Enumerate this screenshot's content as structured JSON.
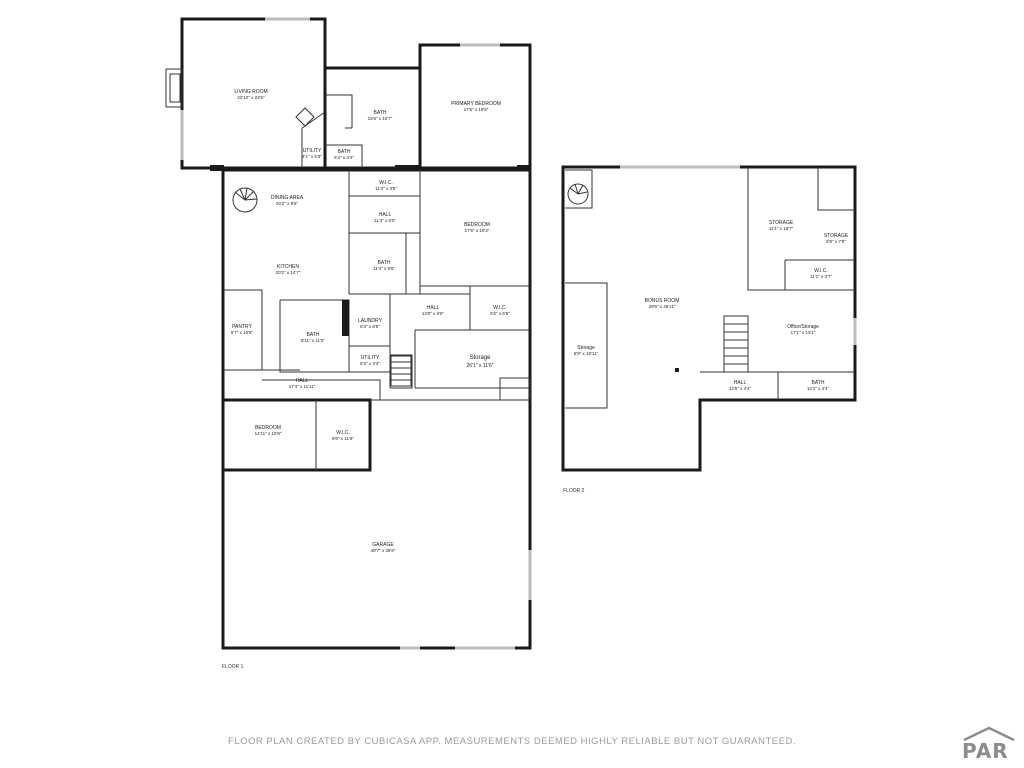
{
  "floor1": {
    "label": "FLOOR 1",
    "rooms": [
      {
        "name": "LIVING ROOM",
        "dims": "22'10\" x 23'6\""
      },
      {
        "name": "BATH",
        "dims": "15'6\" x 15'7\""
      },
      {
        "name": "PRIMARY BEDROOM",
        "dims": "17'5\" x 19'6\""
      },
      {
        "name": "UTILITY",
        "dims": "4'1\" x 5'3\""
      },
      {
        "name": "BATH",
        "dims": "5'4\" x 3'4\""
      },
      {
        "name": "W.I.C.",
        "dims": "11'4\" x 3'5\""
      },
      {
        "name": "DINING AREA",
        "dims": "20'2\" x 8'6\""
      },
      {
        "name": "HALL",
        "dims": "11'4\" x 6'0\""
      },
      {
        "name": "BEDROOM",
        "dims": "17'5\" x 19'3\""
      },
      {
        "name": "KITCHEN",
        "dims": "20'2\" x 14'7\""
      },
      {
        "name": "BATH",
        "dims": "11'4\" x 9'5\""
      },
      {
        "name": "PANTRY",
        "dims": "5'7\" x 10'8\""
      },
      {
        "name": "LAUNDRY",
        "dims": "6'3\" x 8'5\""
      },
      {
        "name": "HALL",
        "dims": "13'0\" x 6'5\""
      },
      {
        "name": "W.I.C.",
        "dims": "9'2\" x 6'5\""
      },
      {
        "name": "BATH",
        "dims": "8'11\" x 11'0\""
      },
      {
        "name": "UTILITY",
        "dims": "6'3\" x 3'4\""
      },
      {
        "name": "Storage",
        "dims": "26'1\" x 11'6\""
      },
      {
        "name": "HALL",
        "dims": "17'4\" x 11'11\""
      },
      {
        "name": "BEDROOM",
        "dims": "14'11\" x 15'9\""
      },
      {
        "name": "W.I.C.",
        "dims": "8'0\" x 11'9\""
      },
      {
        "name": "GARAGE",
        "dims": "49'7\" x 39'9\""
      }
    ]
  },
  "floor2": {
    "label": "FLOOR 2",
    "rooms": [
      {
        "name": "STORAGE",
        "dims": "11'1\" x 19'7\""
      },
      {
        "name": "STORAGE",
        "dims": "8'8\" x 7'9\""
      },
      {
        "name": "W.I.C.",
        "dims": "11'1\" x 4'7\""
      },
      {
        "name": "BONUS ROOM",
        "dims": "29'9\" x 48'11\""
      },
      {
        "name": "Office/Storage",
        "dims": "17'1\" x 13'1\""
      },
      {
        "name": "Storage",
        "dims": "6'9\" x 19'11\""
      },
      {
        "name": "HALL",
        "dims": "12'5\" x 4'4\""
      },
      {
        "name": "BATH",
        "dims": "12'1\" x 4'4\""
      }
    ]
  },
  "footer": "FLOOR PLAN CREATED BY CUBICASA APP. MEASUREMENTS DEEMED HIGHLY RELIABLE BUT NOT GUARANTEED.",
  "logo": {
    "text": "PAR",
    "icon": "roof-icon"
  }
}
